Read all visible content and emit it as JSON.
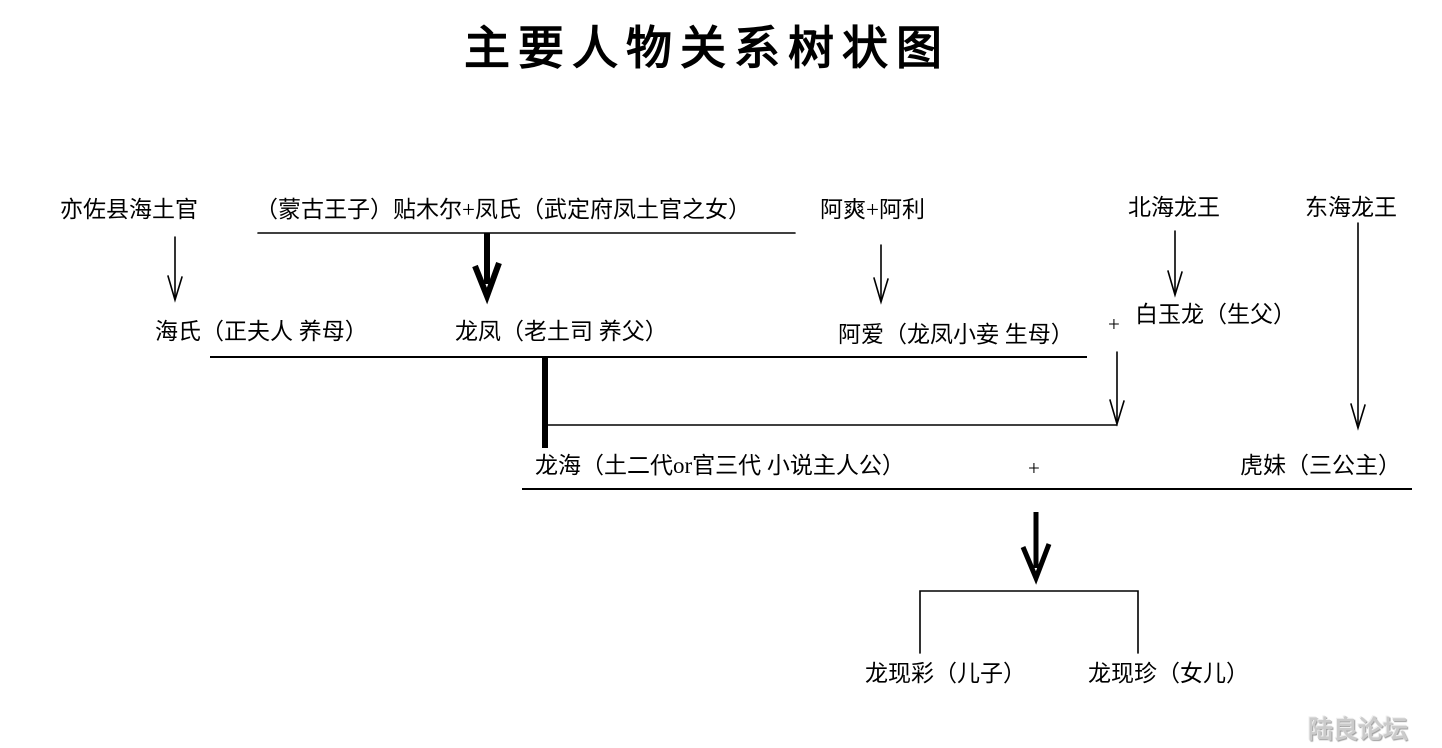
{
  "title": "主要人物关系树状图",
  "watermark": "陆良论坛",
  "generation1": {
    "hai_tuguan": "亦佐县海土官",
    "tiemuer_fengshi": "（蒙古王子）贴木尔+凤氏（武定府凤土官之女）",
    "a_shuang_a_li": "阿爽+阿利",
    "north_sea_dragon_king": "北海龙王",
    "east_sea_dragon_king": "东海龙王"
  },
  "generation2": {
    "hai_shi": "海氏（正夫人 养母）",
    "long_feng": "龙凤（老土司 养父）",
    "a_ai": "阿爱（龙凤小妾 生母）",
    "plus": "+",
    "bai_yu_long": "白玉龙（生父）"
  },
  "generation3": {
    "long_hai": "龙海（土二代or官三代 小说主人公）",
    "plus": "+",
    "hu_mei": "虎妹（三公主）"
  },
  "generation4": {
    "long_xian_cai": "龙现彩（儿子）",
    "long_xian_zhen": "龙现珍（女儿）"
  },
  "colors": {
    "line": "#000000",
    "text": "#000000",
    "background": "#ffffff",
    "watermark": "#cbcbcb"
  }
}
